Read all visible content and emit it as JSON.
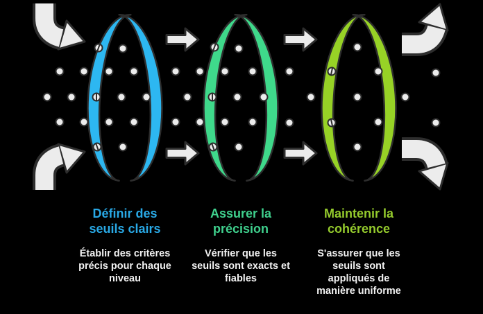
{
  "palette": {
    "background": "#000000",
    "outline": "#2d2d2d",
    "shape_fill": "#ececec",
    "description_text": "#f2f2f2"
  },
  "steps": [
    {
      "id": "definir-des-seuils-clairs",
      "ring_color": "#2db7f1",
      "title_color": "#29a9e6",
      "title_lines": [
        "Définir des",
        "seuils clairs"
      ],
      "desc_lines": [
        "Établir des critères",
        "précis pour chaque",
        "niveau"
      ]
    },
    {
      "id": "assurer-la-precision",
      "ring_color": "#3fd98b",
      "title_color": "#3fd08d",
      "title_lines": [
        "Assurer la",
        "précision"
      ],
      "desc_lines": [
        "Vérifier que les",
        "seuils sont exacts et",
        "fiables"
      ]
    },
    {
      "id": "maintenir-la-coherence",
      "ring_color": "#97d226",
      "title_color": "#95cb2d",
      "title_lines": [
        "Maintenir la",
        "cohérence"
      ],
      "desc_lines": [
        "S'assurer que les",
        "seuils sont",
        "appliqués de",
        "manière uniforme"
      ]
    }
  ]
}
